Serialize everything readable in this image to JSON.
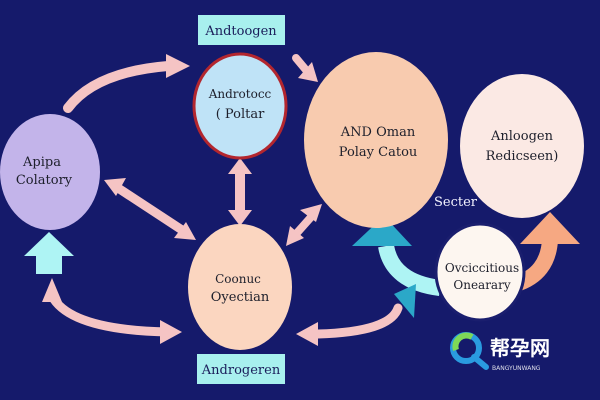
{
  "colors": {
    "background": "#151a6b",
    "label_box": "#a8f0ee",
    "arrow_pink": "#f5c4c4",
    "arrow_cyan": "#aef4f4",
    "arrow_teal": "#2ba8c8",
    "arrow_orange": "#f6a882",
    "circle_purple": "#c3b4ea",
    "circle_blue": "#bfe3f7",
    "circle_peach": "#fbd6c0",
    "circle_salmon": "#f8cbaf",
    "circle_cream": "#fbe9e4",
    "circle_white": "#fdf6f0",
    "circle_border_red": "#b3262e",
    "circle_border_navy": "#1a1e6e"
  },
  "labels": {
    "top_box": "Andtoogen",
    "bottom_box": "Androgeren",
    "secter": "Secter"
  },
  "nodes": {
    "left": {
      "line1": "Apipa",
      "line2": "Colatory"
    },
    "top": {
      "line1": "Androtocc",
      "line2": "( Poltar"
    },
    "center": {
      "line1": "AND Oman",
      "line2": "Polay Catou"
    },
    "right": {
      "line1": "Anloogen",
      "line2": "Redicseen)"
    },
    "bottom": {
      "line1": "Coonuc",
      "line2": "Oyectian"
    },
    "small": {
      "line1": "Ovciccitious",
      "line2": "Onearary"
    }
  },
  "icons": {
    "watermark_logo": "q-magnifier-icon"
  },
  "watermark": {
    "title": "帮孕网",
    "subtitle": "BANGYUNWANG"
  }
}
